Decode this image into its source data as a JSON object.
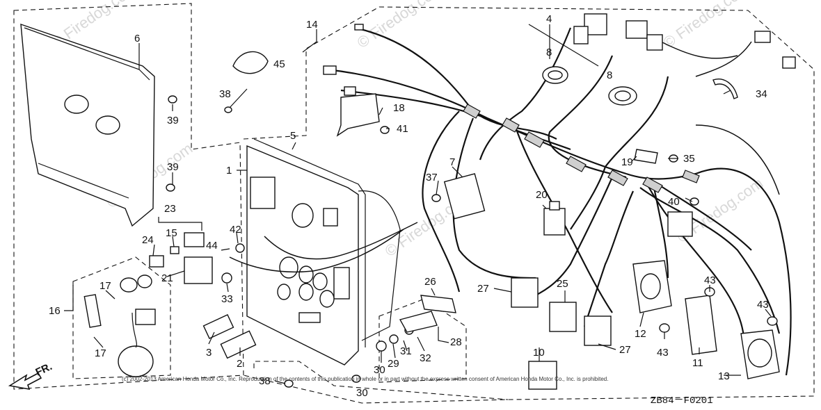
{
  "diagram": {
    "labels": {
      "p1": "1",
      "p2": "2",
      "p3": "3",
      "p4": "4",
      "p5": "5",
      "p6": "6",
      "p7": "7",
      "p8a": "8",
      "p8b": "8",
      "p10": "10",
      "p11": "11",
      "p12": "12",
      "p13": "13",
      "p14": "14",
      "p15": "15",
      "p16": "16",
      "p17a": "17",
      "p17b": "17",
      "p18": "18",
      "p19": "19",
      "p20": "20",
      "p21": "21",
      "p23": "23",
      "p24": "24",
      "p25": "25",
      "p26": "26",
      "p27a": "27",
      "p27b": "27",
      "p28": "28",
      "p29": "29",
      "p30a": "30",
      "p30b": "30",
      "p31": "31",
      "p32": "32",
      "p33": "33",
      "p34": "34",
      "p35": "35",
      "p37": "37",
      "p38a": "38",
      "p38b": "38",
      "p39a": "39",
      "p39b": "39",
      "p40": "40",
      "p41": "41",
      "p42": "42",
      "p43a": "43",
      "p43b": "43",
      "p43c": "43",
      "p44": "44",
      "p45": "45"
    },
    "front_marker": "FR.",
    "diagram_code": "ZB84－F0201",
    "copyright": "(c) 2002-2013 American Honda Motor Co., Inc. Reproduction of the contents of this publication in whole or in part without the express written consent of American Honda Motor Co., Inc. is prohibited.",
    "watermark": "© Firedog.com"
  }
}
